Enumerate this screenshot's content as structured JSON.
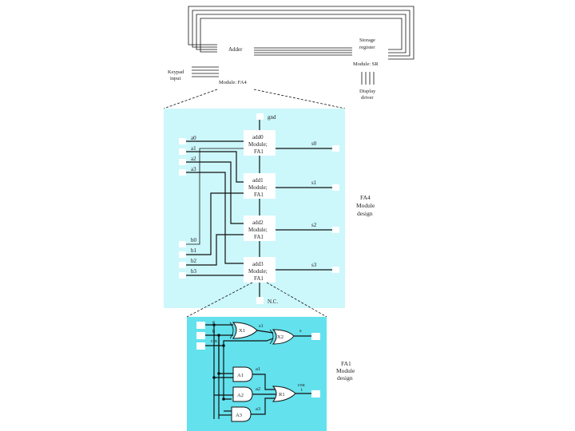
{
  "top_system": {
    "adder_label": "Adder",
    "storage_label_1": "Storage",
    "storage_label_2": "register",
    "module_sr": "Module: SR",
    "keypad_1": "Keypad",
    "keypad_2": "input",
    "module_fa4": "Module: FA4",
    "display_1": "Display",
    "display_2": "driver"
  },
  "fa4": {
    "gnd": "gnd",
    "nc": "N.C.",
    "design_1": "FA4",
    "design_2": "Module",
    "design_3": "design",
    "a_inputs": [
      "a0",
      "a1",
      "a2",
      "a3"
    ],
    "b_inputs": [
      "b0",
      "b1",
      "b2",
      "b3"
    ],
    "outputs": [
      "s0",
      "s1",
      "s2",
      "s3"
    ],
    "adders": [
      {
        "name": "add0",
        "module": "Module;",
        "type": "FA1"
      },
      {
        "name": "add1",
        "module": "Module;",
        "type": "FA1"
      },
      {
        "name": "add2",
        "module": "Module;",
        "type": "FA1"
      },
      {
        "name": "add3",
        "module": "Module;",
        "type": "FA1"
      }
    ]
  },
  "fa1": {
    "inputs": [
      "a",
      "b",
      "cin"
    ],
    "gates": [
      "X1",
      "X2",
      "A1",
      "A2",
      "A3",
      "R1"
    ],
    "wires": [
      "s1",
      "a1",
      "a2",
      "a3"
    ],
    "out_s": "s",
    "cout_1": "cou",
    "cout_2": "t",
    "design_1": "FA1",
    "design_2": "Module",
    "design_3": "design"
  },
  "colors": {
    "panel_fill": "#ccf7fb",
    "panel_fill_dark": "#63e1ed",
    "line": "#111111"
  }
}
